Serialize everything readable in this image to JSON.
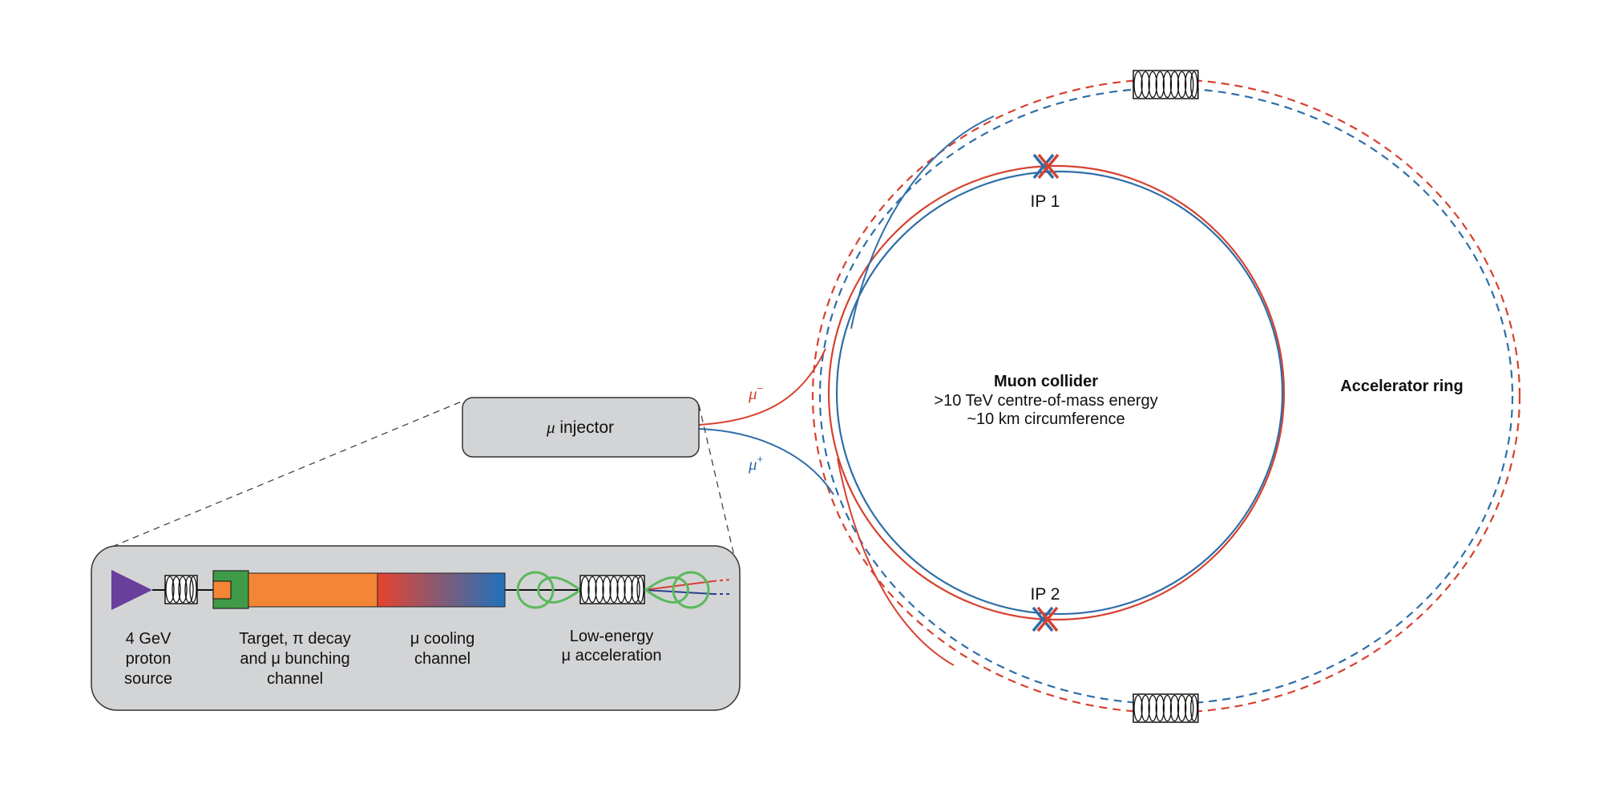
{
  "colors": {
    "mu_minus": "#d6412f",
    "mu_plus": "#2e6ea8",
    "panel_fill": "#d3d4d6",
    "panel_stroke": "#333333",
    "proton_source": "#6a3f9c",
    "target_green": "#3f9b47",
    "bunching_orange": "#f48535",
    "cooling_start": "#e8432e",
    "cooling_end": "#1f72bd",
    "rf_green": "#5cb85c"
  },
  "collider": {
    "title": "Muon collider",
    "line1": ">10 TeV centre-of-mass energy",
    "line2": "~10 km circumference",
    "ip1_label": "IP 1",
    "ip2_label": "IP 2"
  },
  "accelerator_ring": {
    "label": "Accelerator ring"
  },
  "injector": {
    "mu_symbol": "μ",
    "label": " injector",
    "mu_minus_label": "μ",
    "mu_minus_sup": "−",
    "mu_plus_label": "μ",
    "mu_plus_sup": "+"
  },
  "inset": {
    "stages": [
      {
        "lines": [
          "4 GeV",
          "proton",
          "source"
        ]
      },
      {
        "lines": [
          "Target, π decay",
          "and μ bunching",
          "channel"
        ]
      },
      {
        "lines": [
          "μ cooling",
          "channel"
        ]
      },
      {
        "lines": [
          "Low-energy",
          "μ acceleration"
        ]
      }
    ]
  }
}
